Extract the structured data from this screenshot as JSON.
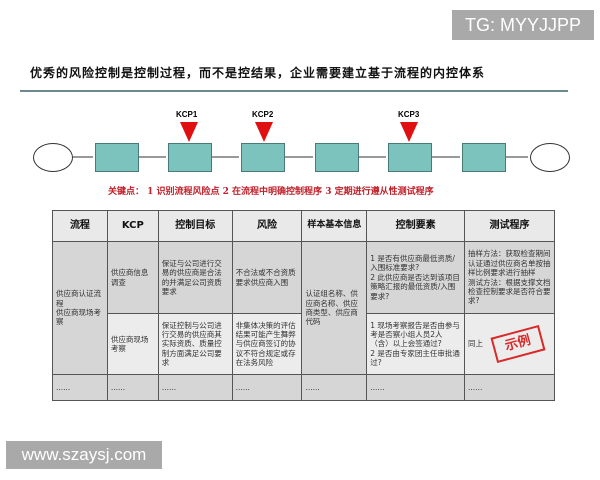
{
  "watermark_top": "TG: MYYJJPP",
  "title": "优秀的风险控制是控制过程，而不是控结果，企业需要建立基于流程的内控体系",
  "flow": {
    "kcps": [
      "KCP1",
      "KCP2",
      "KCP3"
    ],
    "keypoints": "关键点： 1 识别流程风险点 2 在流程中明确控制程序 3 定期进行遵从性测试程序",
    "colors": {
      "box": "#7cc3bd",
      "marker": "#e01010"
    }
  },
  "table": {
    "headers": [
      "流程",
      "KCP",
      "控制目标",
      "风险",
      "样本基本信息",
      "控制要素",
      "测试程序"
    ],
    "process": "供应商认证流程\n供应商现场考察",
    "sample": "认证组名称、供应商名称、供应商类型、供应商代码",
    "rows": [
      {
        "kcp": "供应商信息调查",
        "goal": "保证与公司进行交易的供应商是合法的并满足公司资质要求",
        "risk": "不合法或不合资质要求供应商入围",
        "elements": "1 是否有供应商最低资质/入围标准要求?\n2 此供应商是否达到该项目策略汇报的最低资质/入围要求?",
        "test": "抽样方法：获取检查期间认证通过供应商名单按抽样比例要求进行抽样\n测试方法：根据支撑文档检查控制要求是否符合要求?"
      },
      {
        "kcp": "供应商现场考察",
        "goal": "保证控制与公司进行交易的供应商其实际资质、质量控制方面满足公司要求",
        "risk": "非集体决策的评估结果可能产生舞弊\n与供应商签订的协议不符合规定或存在法务风险",
        "elements": "1 现场考察报告是否由参与考是否察小组人员2人（含）以上会签通过?\n2 是否由专家团主任审批通过?",
        "test": "同上"
      }
    ],
    "ellipsis": "......"
  },
  "stamp": "示例",
  "watermark_bottom": "www.szaysj.com"
}
